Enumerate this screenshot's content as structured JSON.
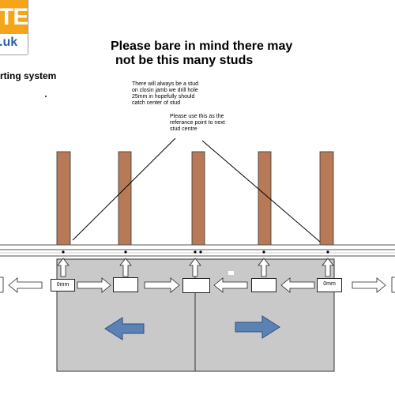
{
  "logo": {
    "letters": "TE",
    "domain": ".uk"
  },
  "headline": {
    "line1": "Please bare in mind there may",
    "line2": "not be this many studs"
  },
  "subtitle": "rting system",
  "note_closing": {
    "lines": [
      "There will always be a stud",
      "on closin  jamb we drill hole",
      "25mm in hopefully should",
      "catch center of stud"
    ]
  },
  "note_reference": {
    "lines": [
      "Please use this as the",
      "referance point to next",
      "stud centre"
    ]
  },
  "labels": {
    "left_zero": "0mm",
    "right_zero": "0mm"
  },
  "colors": {
    "stud": "#b87a56",
    "door": "#c9c9c9",
    "arrow_blue": "#5b82b5",
    "logo_orange": "#f4a51c",
    "logo_blue": "#2b62a8"
  }
}
